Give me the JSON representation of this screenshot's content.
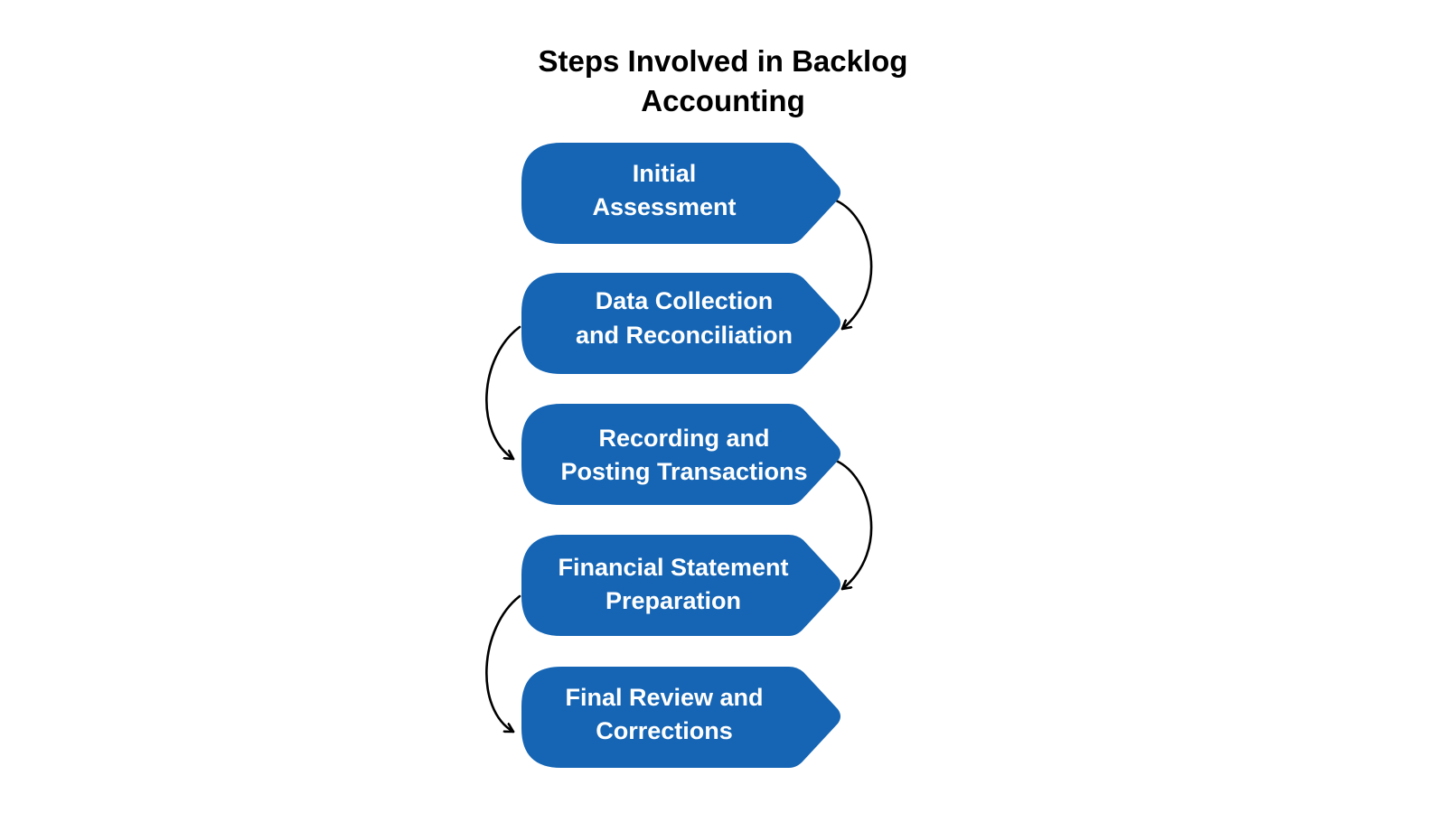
{
  "title": {
    "line1": "Steps Involved in Backlog",
    "line2": "Accounting"
  },
  "colors": {
    "step_fill": "#1565b4",
    "step_text": "#ffffff",
    "title_text": "#000000",
    "connector": "#000000"
  },
  "steps": [
    {
      "line1": "Initial",
      "line2": "Assessment"
    },
    {
      "line1": "Data Collection",
      "line2": "and Reconciliation"
    },
    {
      "line1": "Recording and",
      "line2": "Posting Transactions"
    },
    {
      "line1": "Financial Statement",
      "line2": "Preparation"
    },
    {
      "line1": "Final Review and",
      "line2": "Corrections"
    }
  ]
}
